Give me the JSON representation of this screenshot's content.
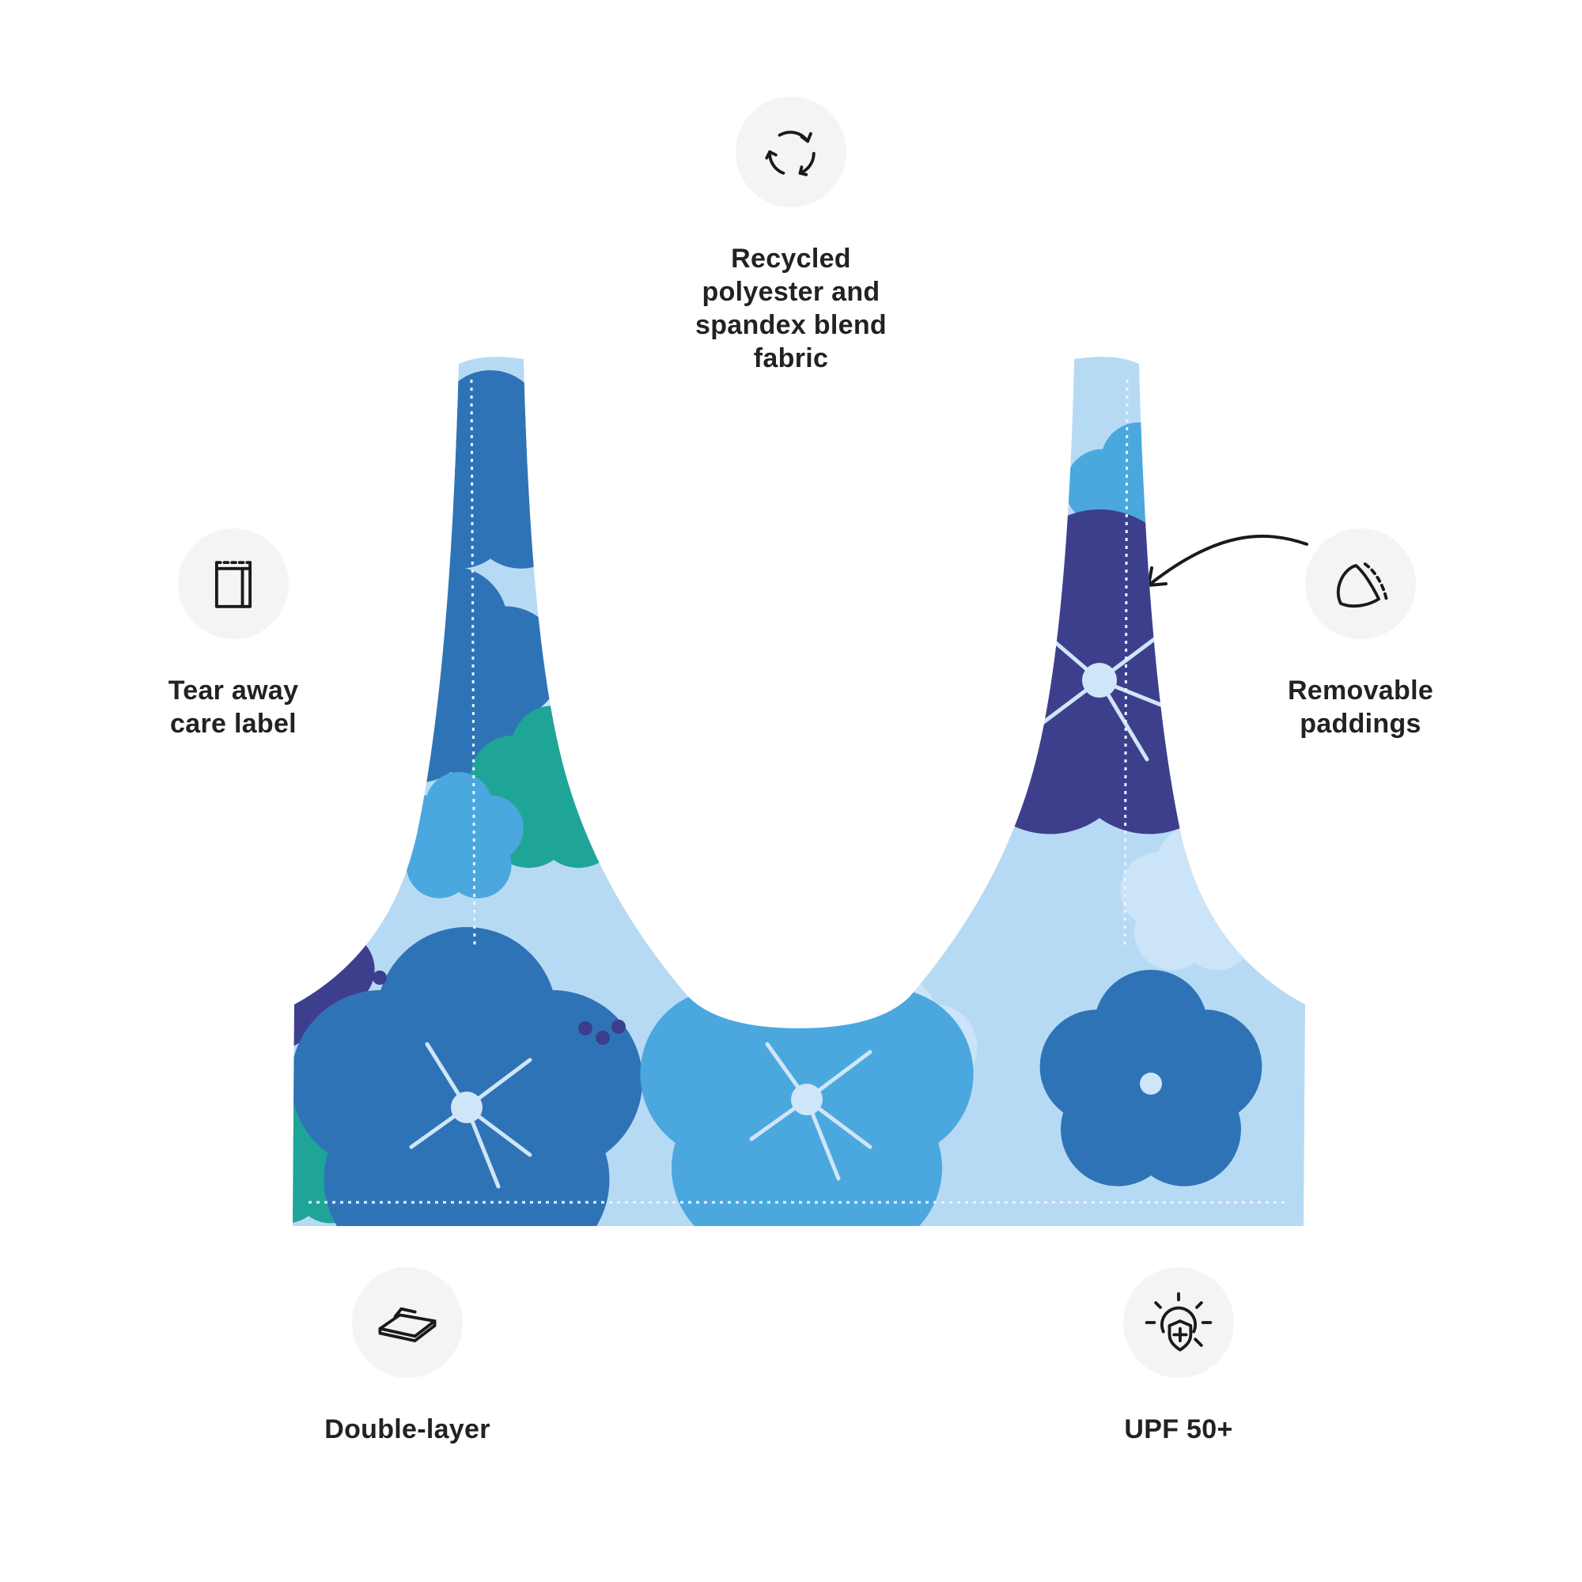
{
  "features": {
    "recycled": {
      "label": "Recycled polyester and spandex blend fabric",
      "icon": "recycle-icon"
    },
    "tear_away": {
      "label": "Tear away care label",
      "icon": "care-label-icon"
    },
    "removable": {
      "label": "Removable paddings",
      "icon": "padding-icon"
    },
    "double_layer": {
      "label": "Double-layer",
      "icon": "layers-icon"
    },
    "upf": {
      "label": "UPF 50+",
      "icon": "sun-shield-icon"
    }
  },
  "product": {
    "item": "bikini-top",
    "pattern": "hibiscus-floral",
    "colors": {
      "base": "#b7daf4",
      "mid_blue": "#2f73b7",
      "sky_blue": "#4aa8de",
      "navy": "#3d3f8c",
      "teal": "#1fa597",
      "pale": "#cfe6f8"
    }
  }
}
